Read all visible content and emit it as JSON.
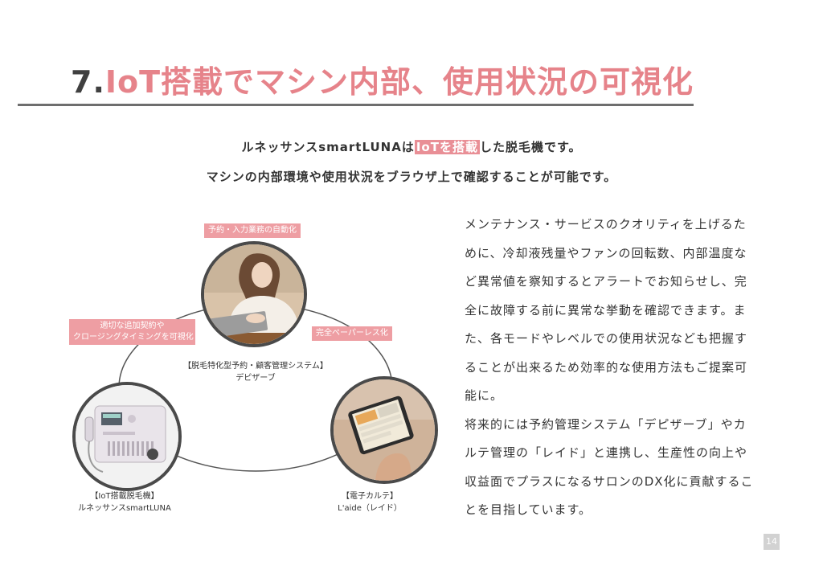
{
  "title": {
    "number": "7.",
    "text": "IoT搭載でマシン内部、使用状況の可視化"
  },
  "lead": {
    "line1_pre": "ルネッサンスsmartLUNAは",
    "line1_highlight": "IoTを搭載",
    "line1_post": "した脱毛機です。",
    "line2": "マシンの内部環境や使用状況をブラウザ上で確認することが可能です。"
  },
  "diagram": {
    "tag_top": "予約・入力業務の自動化",
    "tag_left_line1": "適切な追加契約や",
    "tag_left_line2": "クロージングタイミングを可視化",
    "tag_right": "完全ペーパーレス化",
    "caption_top_line1": "【脱毛特化型予約・顧客管理システム】",
    "caption_top_line2": "デピザーブ",
    "caption_left_line1": "【IoT搭載脱毛機】",
    "caption_left_line2": "ルネッサンスsmartLUNA",
    "caption_right_line1": "【電子カルテ】",
    "caption_right_line2": "L'aide（レイド）",
    "colors": {
      "tag": "#ee9ea3",
      "ring": "#4a4a4a"
    }
  },
  "body": {
    "paragraph1": "メンテナンス・サービスのクオリティを上げるために、冷却液残量やファンの回転数、内部温度など異常値を察知するとアラートでお知らせし、完全に故障する前に異常な挙動を確認できます。また、各モードやレベルでの使用状況なども把握することが出来るため効率的な使用方法もご提案可能に。",
    "paragraph2": "将来的には予約管理システム「デピザーブ」やカルテ管理の「レイド」と連携し、生産性の向上や収益面でプラスになるサロンのDX化に貢献することを目指しています。"
  },
  "page_number": "14",
  "colors": {
    "accent": "#e6838a",
    "highlight": "#e98f96",
    "rule": "#6e6e6e"
  }
}
